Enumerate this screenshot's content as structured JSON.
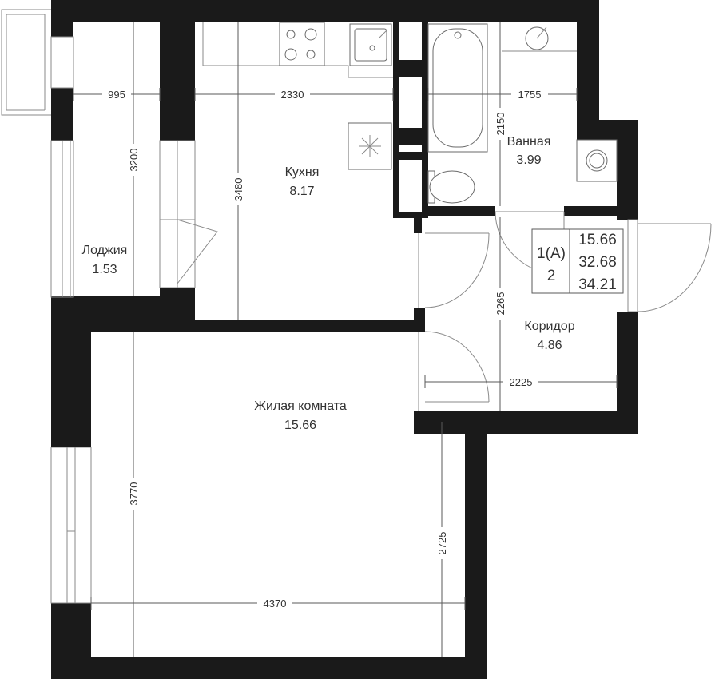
{
  "colors": {
    "wall": "#1a1a1a",
    "line": "#5a5a5a",
    "text": "#333333",
    "background": "#ffffff"
  },
  "rooms": {
    "loggia": {
      "name": "Лоджия",
      "area": "1.53"
    },
    "kitchen": {
      "name": "Кухня",
      "area": "8.17"
    },
    "bathroom": {
      "name": "Ванная",
      "area": "3.99"
    },
    "corridor": {
      "name": "Коридор",
      "area": "4.86"
    },
    "living": {
      "name": "Жилая комната",
      "area": "15.66"
    }
  },
  "dimensions": {
    "loggia_width": "995",
    "kitchen_width": "2330",
    "bathroom_width": "1755",
    "loggia_length": "3200",
    "kitchen_length": "3480",
    "bathroom_length": "2150",
    "corridor_length": "2265",
    "corridor_width": "2225",
    "living_width": "4370",
    "living_length": "3770",
    "living_inner_length": "2725"
  },
  "apartment_info": {
    "type_code": "1(А)",
    "floor": "2",
    "living_area": "15.66",
    "total_area": "32.68",
    "area_with_loggia": "34.21"
  }
}
